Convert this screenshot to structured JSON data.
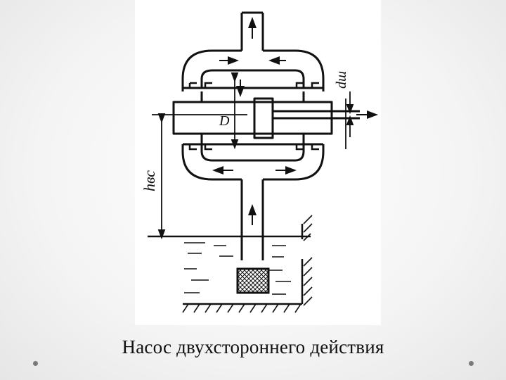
{
  "caption": "Насос двухстороннего действия",
  "labels": {
    "piston_diameter": "D",
    "rod_diameter": "dш",
    "suction_height": "hвс"
  },
  "colors": {
    "ink": "#111111",
    "slide_background": "#f0f0f0",
    "dot": "#7a7a7a"
  }
}
